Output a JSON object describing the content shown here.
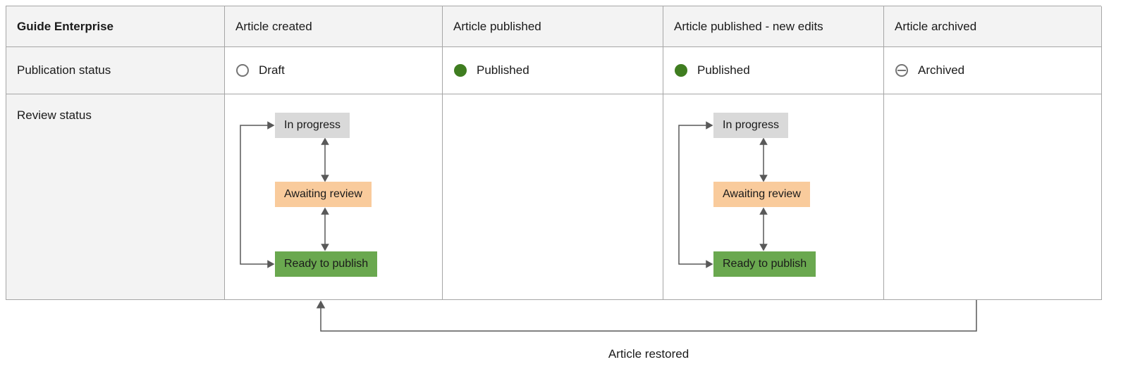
{
  "title": "Guide Enterprise",
  "columns": [
    "Article created",
    "Article published",
    "Article published - new edits",
    "Article archived"
  ],
  "rows": {
    "publication": {
      "label": "Publication status",
      "statuses": [
        {
          "label": "Draft",
          "type": "draft"
        },
        {
          "label": "Published",
          "type": "published"
        },
        {
          "label": "Published",
          "type": "published"
        },
        {
          "label": "Archived",
          "type": "archived"
        }
      ]
    },
    "review": {
      "label": "Review status",
      "steps": {
        "in_progress": "In progress",
        "awaiting_review": "Awaiting review",
        "ready_to_publish": "Ready to publish"
      }
    }
  },
  "footer": {
    "restore_label": "Article restored"
  },
  "colors": {
    "header_bg": "#f3f3f3",
    "border": "#a6a6a6",
    "in_progress_bg": "#d9d9d9",
    "awaiting_review_bg": "#f9cb9c",
    "ready_to_publish_bg": "#6aa84f",
    "published_dot": "#3f7d20",
    "status_outline": "#757575",
    "arrow": "#595959"
  }
}
